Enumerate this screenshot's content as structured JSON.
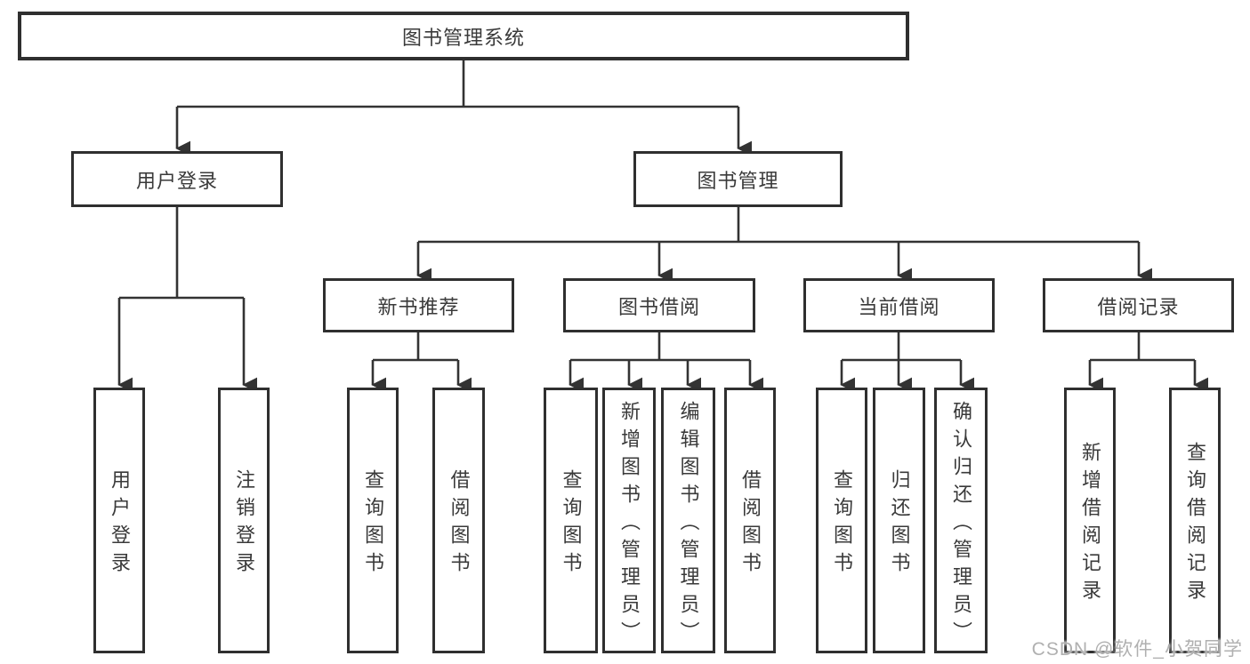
{
  "colors": {
    "line": "#333333",
    "text": "#3a3a3a",
    "background": "#ffffff",
    "watermark_text": "#b0b0b0"
  },
  "diagram": {
    "type": "hierarchy-tree",
    "root": "图书管理系统",
    "user_login": {
      "label": "用户登录",
      "children": [
        "用户登录",
        "注销登录"
      ]
    },
    "book_management": {
      "label": "图书管理",
      "groups": [
        {
          "label": "新书推荐",
          "children": [
            "查询图书",
            "借阅图书"
          ]
        },
        {
          "label": "图书借阅",
          "children": [
            "查询图书",
            "新增图书（管理员）",
            "编辑图书（管理员）",
            "借阅图书"
          ]
        },
        {
          "label": "当前借阅",
          "children": [
            "查询图书",
            "归还图书",
            "确认归还（管理员）"
          ]
        },
        {
          "label": "借阅记录",
          "children": [
            "新增借阅记录",
            "查询借阅记录"
          ]
        }
      ]
    }
  },
  "watermark": "CSDN @软件_小贺同学"
}
